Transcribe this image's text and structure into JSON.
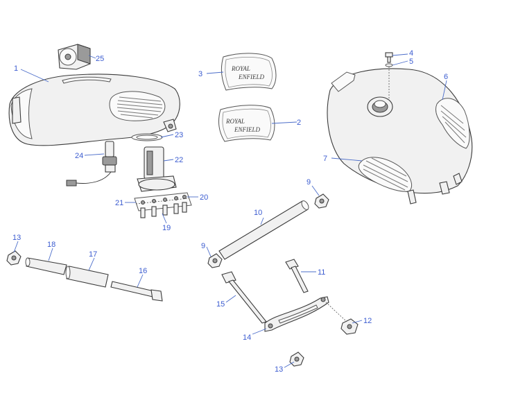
{
  "callouts": {
    "c1": "1",
    "c2": "2",
    "c3": "3",
    "c4": "4",
    "c5": "5",
    "c6": "6",
    "c7": "7",
    "c9a": "9",
    "c9b": "9",
    "c10": "10",
    "c11": "11",
    "c12": "12",
    "c13a": "13",
    "c13b": "13",
    "c14": "14",
    "c15": "15",
    "c16": "16",
    "c17": "17",
    "c18": "18",
    "c19": "19",
    "c20": "20",
    "c21": "21",
    "c22": "22",
    "c23": "23",
    "c24": "24",
    "c25": "25"
  },
  "logos": {
    "upper_line1": "ROYAL",
    "upper_line2": "ENFIELD",
    "lower_line1": "ROYAL",
    "lower_line2": "ENFIELD"
  }
}
